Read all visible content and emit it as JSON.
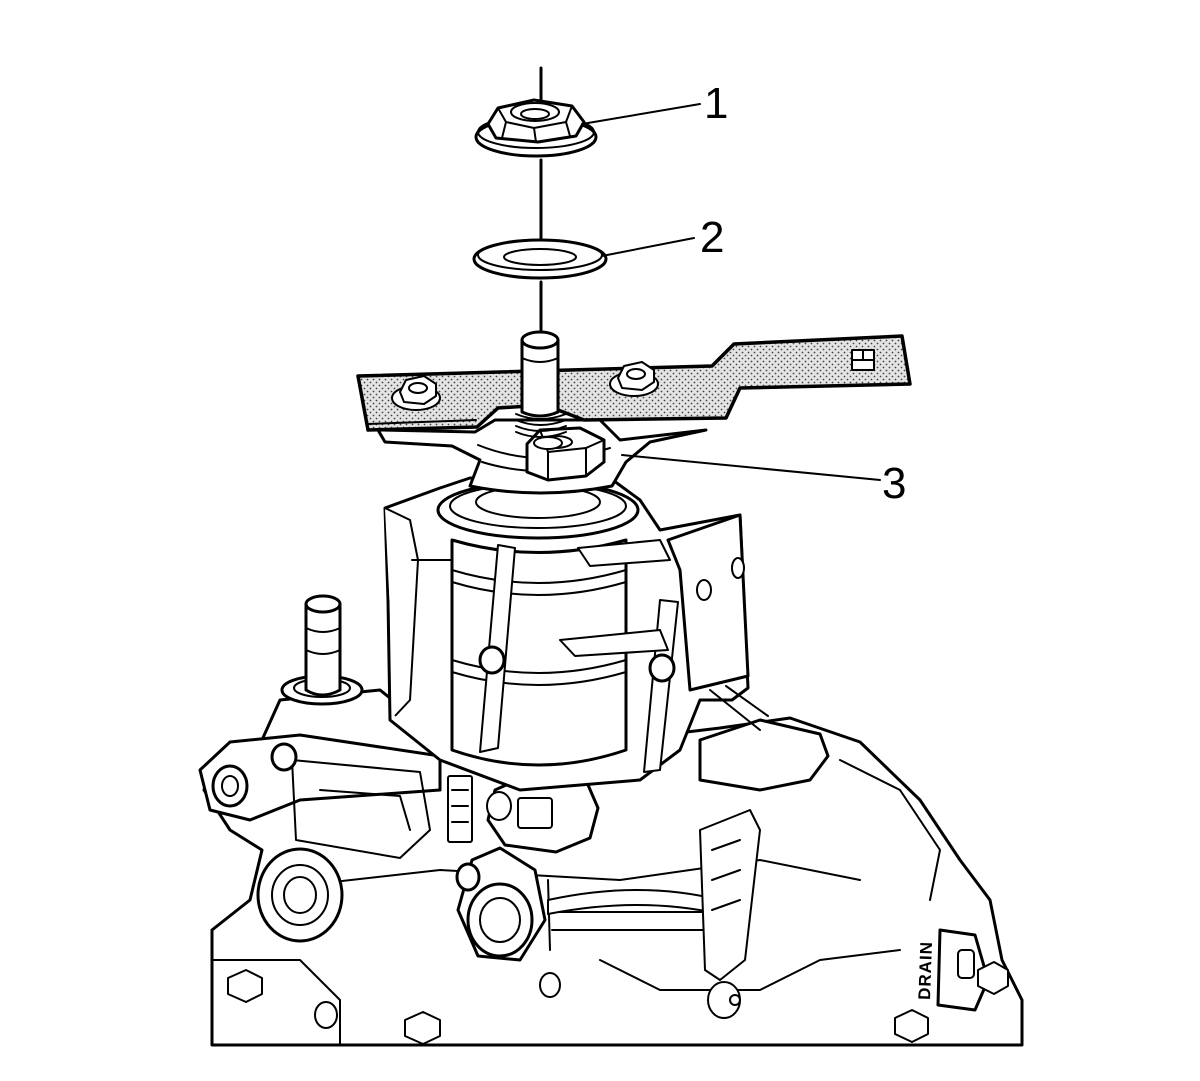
{
  "diagram": {
    "callouts": [
      {
        "id": "1",
        "label": "1"
      },
      {
        "id": "2",
        "label": "2"
      },
      {
        "id": "3",
        "label": "3"
      }
    ],
    "stamp_text": "DRAIN",
    "colors": {
      "ink": "#000000",
      "background": "#ffffff",
      "tool_fill": "#d9d9d9"
    }
  }
}
